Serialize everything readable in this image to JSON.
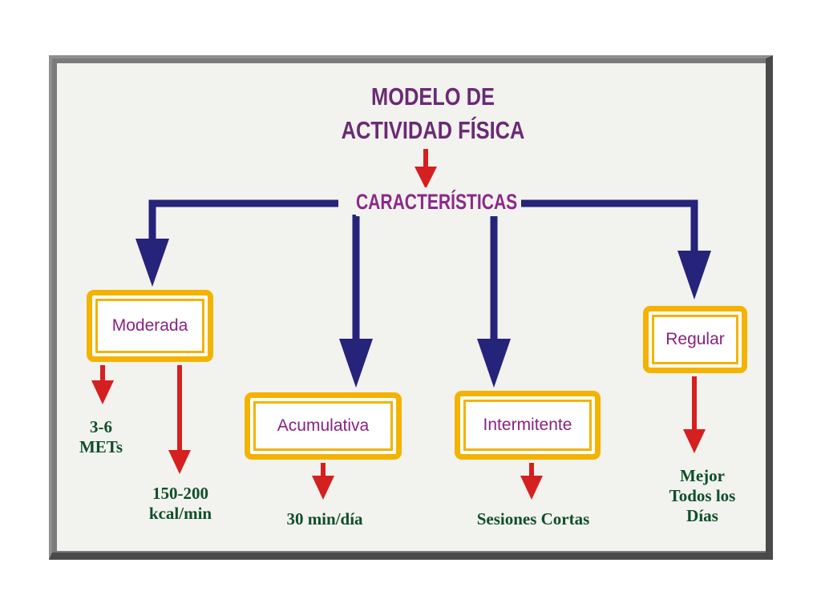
{
  "title": {
    "line1": "MODELO DE",
    "line2": "ACTIVIDAD FÍSICA"
  },
  "subtitle": "CARACTERÍSTICAS",
  "characteristics": [
    {
      "label": "Moderada",
      "details": [
        "3-6\nMETs",
        "150-200\nkcal/min"
      ]
    },
    {
      "label": "Acumulativa",
      "details": [
        "30 min/día"
      ]
    },
    {
      "label": "Intermitente",
      "details": [
        "Sesiones Cortas"
      ]
    },
    {
      "label": "Regular",
      "details": [
        "Mejor\nTodos los\nDías"
      ]
    }
  ],
  "colors": {
    "title": "#6b2a74",
    "box_fill": "#f3b300",
    "box_text": "#8a2282",
    "blue_arrow": "#25237a",
    "red_arrow": "#d52020",
    "detail_text": "#0f4f2a"
  }
}
